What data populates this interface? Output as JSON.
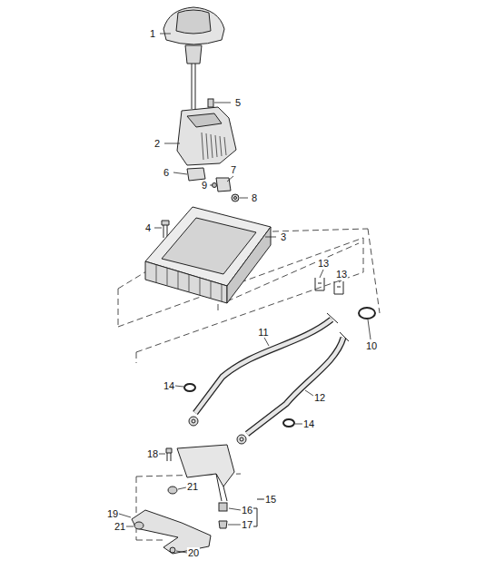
{
  "diagram": {
    "labels": [
      "1",
      "5",
      "2",
      "6",
      "7",
      "9",
      "8",
      "4",
      "3",
      "13",
      "13",
      "10",
      "11",
      "12",
      "14",
      "14",
      "18",
      "21",
      "15",
      "16",
      "19",
      "21",
      "17",
      "20"
    ]
  }
}
